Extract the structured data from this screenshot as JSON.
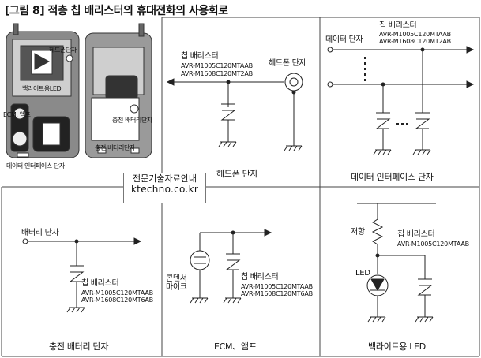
{
  "title": "[그림 8] 적층 칩 배리스터의 휴대전화의 사용회로",
  "watermark": {
    "line1": "전문기술자료안내",
    "line2": "ktechno.co.kr"
  },
  "phone": {
    "labels": {
      "headphone": "헤드폰단자",
      "backlight": "백라이트용LED",
      "ecm": "ECM, 앰프",
      "charge_battery": "충전 배터리단자",
      "charge": "충전 배터리단자",
      "data": "데이터 인터페이스 단자"
    }
  },
  "panels": {
    "headphone": {
      "chip": "칩 배리스터",
      "part1": "AVR-M1005C120MTAAB",
      "part2": "AVR-M1608C120MT2AB",
      "terminal": "헤드폰 단자",
      "caption": "헤드폰 단자"
    },
    "data": {
      "terminal": "데이터 단자",
      "chip": "칩 배리스터",
      "part1": "AVR-M1005C120MTAAB",
      "part2": "AVR-M1608C120MT2AB",
      "caption": "데이터 인터페이스 단자"
    },
    "battery": {
      "terminal": "배터리 단자",
      "chip": "칩 배리스터",
      "part1": "AVR-M1005C120MTAAB",
      "part2": "AVR-M1608C120MT6AB",
      "caption": "충전 배터리 단자"
    },
    "ecm": {
      "mic": "콘덴서\n마이크",
      "chip": "칩 배리스터",
      "part1": "AVR-M1005C120MTAAB",
      "part2": "AVR-M1608C120MT6AB",
      "caption": "ECM、앰프"
    },
    "led": {
      "resistor": "저항",
      "led": "LED",
      "chip": "칩 배리스터",
      "part1": "AVR-M1005C120MTAAB",
      "caption": "백라이트용 LED"
    }
  }
}
